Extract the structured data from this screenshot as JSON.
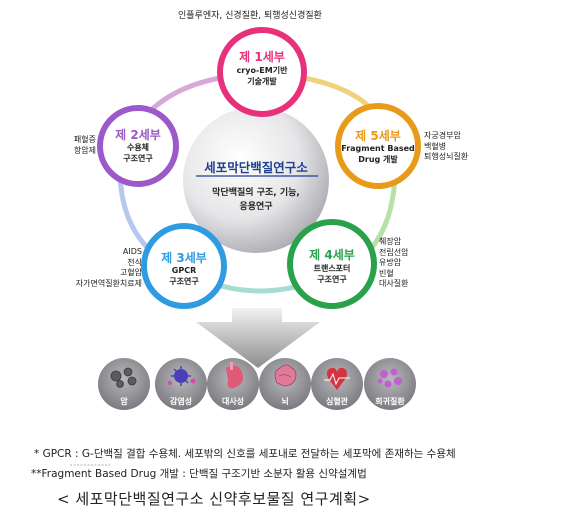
{
  "center": {
    "title": "세포막단백질연구소",
    "desc_line1": "막단백질의 구조, 기능,",
    "desc_line2": "응용연구"
  },
  "nodes": [
    {
      "id": "n1",
      "title": "제 1세부",
      "sub1": "cryo-EM기반",
      "sub2": "기술개발",
      "color": "#e8317c"
    },
    {
      "id": "n2",
      "title": "제 2세부",
      "sub1": "수용체",
      "sub2": "구조연구",
      "color": "#9b59c9"
    },
    {
      "id": "n3",
      "title": "제 3세부",
      "sub1": "GPCR",
      "sub2": "구조연구",
      "color": "#2f9be0"
    },
    {
      "id": "n4",
      "title": "제 4세부",
      "sub1": "트랜스포터",
      "sub2": "구조연구",
      "color": "#2aa24c"
    },
    {
      "id": "n5",
      "title": "제 5세부",
      "sub1": "Fragment Based",
      "sub2": "Drug 개발",
      "color": "#e89a1a"
    }
  ],
  "side_labels": {
    "top": "인플루엔자, 신경질환, 퇴행성신경질환",
    "left_upper": [
      "패혈증",
      "항암제"
    ],
    "left_lower": [
      "AIDS",
      "천식",
      "고혈압",
      "자가면역질환치료제"
    ],
    "right_upper": [
      "자궁경부암",
      "백혈병",
      "퇴행성뇌질환"
    ],
    "right_lower": [
      "췌장암",
      "전립선암",
      "유방암",
      "빈혈",
      "대사질환"
    ]
  },
  "icons": [
    {
      "name": "cancer-icon",
      "label": "암"
    },
    {
      "name": "infection-icon",
      "label": "감염성"
    },
    {
      "name": "metabolic-icon",
      "label": "대사성"
    },
    {
      "name": "brain-icon",
      "label": "뇌"
    },
    {
      "name": "heart-icon",
      "label": "심혈관"
    },
    {
      "name": "rare-disease-icon",
      "label": "희귀질환"
    }
  ],
  "notes": {
    "note1": "* GPCR : G-단백질 결합 수용체.  세포밖의 신호를 세포내로 전달하는 세포막에 존재하는 수용체",
    "note2": "**Fragment Based Drug 개발 : 단백질 구조기반 소분자 활용 신약설계법"
  },
  "caption": "< 세포막단백질연구소 신약후보물질 연구계획>"
}
